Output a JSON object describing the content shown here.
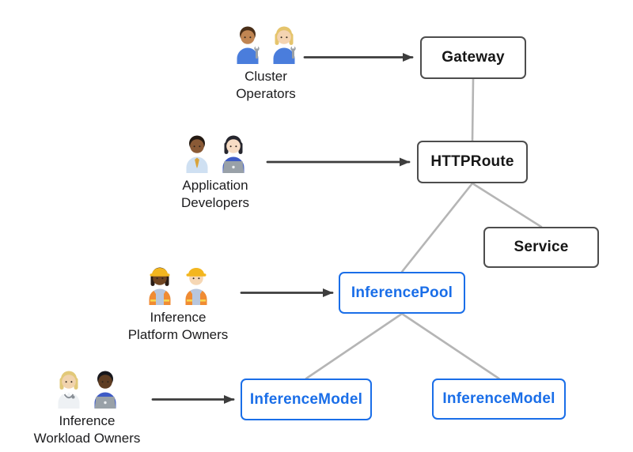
{
  "diagram": {
    "colors": {
      "blue": "#1a6ee8",
      "gray_border": "#4d4d4d",
      "line": "#b5b5b5",
      "arrow": "#3d3d3d",
      "node_text": "#161616",
      "label_text": "#1c1c1e"
    },
    "nodes": [
      {
        "id": "gateway",
        "label": "Gateway",
        "variant": "gray"
      },
      {
        "id": "httproute",
        "label": "HTTPRoute",
        "variant": "gray"
      },
      {
        "id": "service",
        "label": "Service",
        "variant": "gray"
      },
      {
        "id": "inferencepool",
        "label": "InferencePool",
        "variant": "blue"
      },
      {
        "id": "inferencemodel-1",
        "label": "InferenceModel",
        "variant": "blue"
      },
      {
        "id": "inferencemodel-2",
        "label": "InferenceModel",
        "variant": "blue"
      }
    ],
    "actors": [
      {
        "id": "cluster-operators",
        "label_lines": [
          "Cluster",
          "Operators"
        ],
        "emoji": "👨🏽‍🔧👩🏼‍🔧",
        "persons": [
          {
            "skin": "#c08552",
            "hair": "#4a2f18",
            "hairLong": false,
            "shirt": "#4a7ddc",
            "wrench": true
          },
          {
            "skin": "#f4d4b2",
            "hair": "#e5c46c",
            "hairLong": true,
            "shirt": "#4a7ddc",
            "wrench": true
          }
        ]
      },
      {
        "id": "application-developers",
        "label_lines": [
          "Application",
          "Developers"
        ],
        "emoji": "👨🏾‍💼👩🏻‍💻",
        "persons": [
          {
            "skin": "#8a5a36",
            "hair": "#241a12",
            "hairLong": false,
            "shirt": "#cfe0f2",
            "tie": "#d9a43b"
          },
          {
            "skin": "#f7dcc4",
            "hair": "#26262e",
            "hairLong": true,
            "shirt": "#3e5bc6",
            "laptop": true
          }
        ]
      },
      {
        "id": "inference-platform-owners",
        "label_lines": [
          "Inference",
          "Platform Owners"
        ],
        "emoji": "👷🏿‍♀️👷🏻‍♂️",
        "persons": [
          {
            "skin": "#6f4522",
            "hair": "#2a1c14",
            "hairLong": true,
            "shirt": "#b8c6dd",
            "hat": "hardhat",
            "vest": true
          },
          {
            "skin": "#f6d7b4",
            "hair": "",
            "hairLong": false,
            "shirt": "#b8c6dd",
            "hat": "hardhat",
            "vest": true
          }
        ]
      },
      {
        "id": "inference-workload-owners",
        "label_lines": [
          "Inference",
          "Workload Owners"
        ],
        "emoji": "🧑🏼‍⚕️👨🏿‍💻",
        "persons": [
          {
            "skin": "#f1d3ad",
            "hair": "#e2c979",
            "hairLong": true,
            "shirt": "#eef1f4",
            "coat": true,
            "steth": true
          },
          {
            "skin": "#5f3d22",
            "hair": "#17171c",
            "hairLong": false,
            "shirt": "#3e5bc6",
            "laptop": true
          }
        ]
      }
    ],
    "edges": [
      {
        "from": "gateway",
        "to": "httproute"
      },
      {
        "from": "httproute",
        "to": "inferencepool"
      },
      {
        "from": "httproute",
        "to": "service"
      },
      {
        "from": "inferencepool",
        "to": "inferencemodel-1"
      },
      {
        "from": "inferencepool",
        "to": "inferencemodel-2"
      }
    ],
    "actor_arrows": [
      {
        "from": "cluster-operators",
        "to": "gateway"
      },
      {
        "from": "application-developers",
        "to": "httproute"
      },
      {
        "from": "inference-platform-owners",
        "to": "inferencepool"
      },
      {
        "from": "inference-workload-owners",
        "to": "inferencemodel-1"
      }
    ]
  }
}
